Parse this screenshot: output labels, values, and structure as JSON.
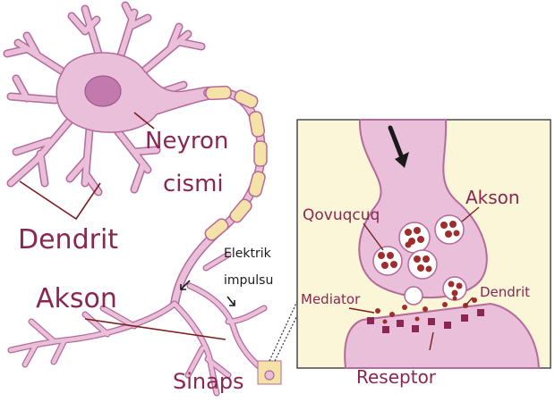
{
  "colors": {
    "membrane_fill": "#e9bfd9",
    "membrane_stroke": "#b46a9a",
    "nucleus": "#c27aad",
    "myelin_fill": "#f4e2a6",
    "myelin_stroke": "#b46a9a",
    "label": "#8a2651",
    "leader": "#7a1f1f",
    "inset_bg": "#fbf6d8",
    "vesicle_fill": "#ffffff",
    "vesicle_dot": "#a02d2d",
    "receptor": "#8a2651",
    "arrow": "#1a1a1a"
  },
  "labels": {
    "cell_body_line1": "Neyron",
    "cell_body_line2": "cismi",
    "dendrite": "Dendrit",
    "axon": "Akson",
    "synapse": "Sinaps",
    "impulse_line1": "Elektrik",
    "impulse_line2": "impulsu"
  },
  "inset": {
    "axon": "Akson",
    "vesicle": "Qovuqcuq",
    "mediator": "Mediator",
    "dendrite": "Dendrit",
    "receptor": "Reseptor"
  },
  "icons": {
    "signal_direction": "arrow-down-icon",
    "impulse_arrows": "small-arrow-icon"
  }
}
